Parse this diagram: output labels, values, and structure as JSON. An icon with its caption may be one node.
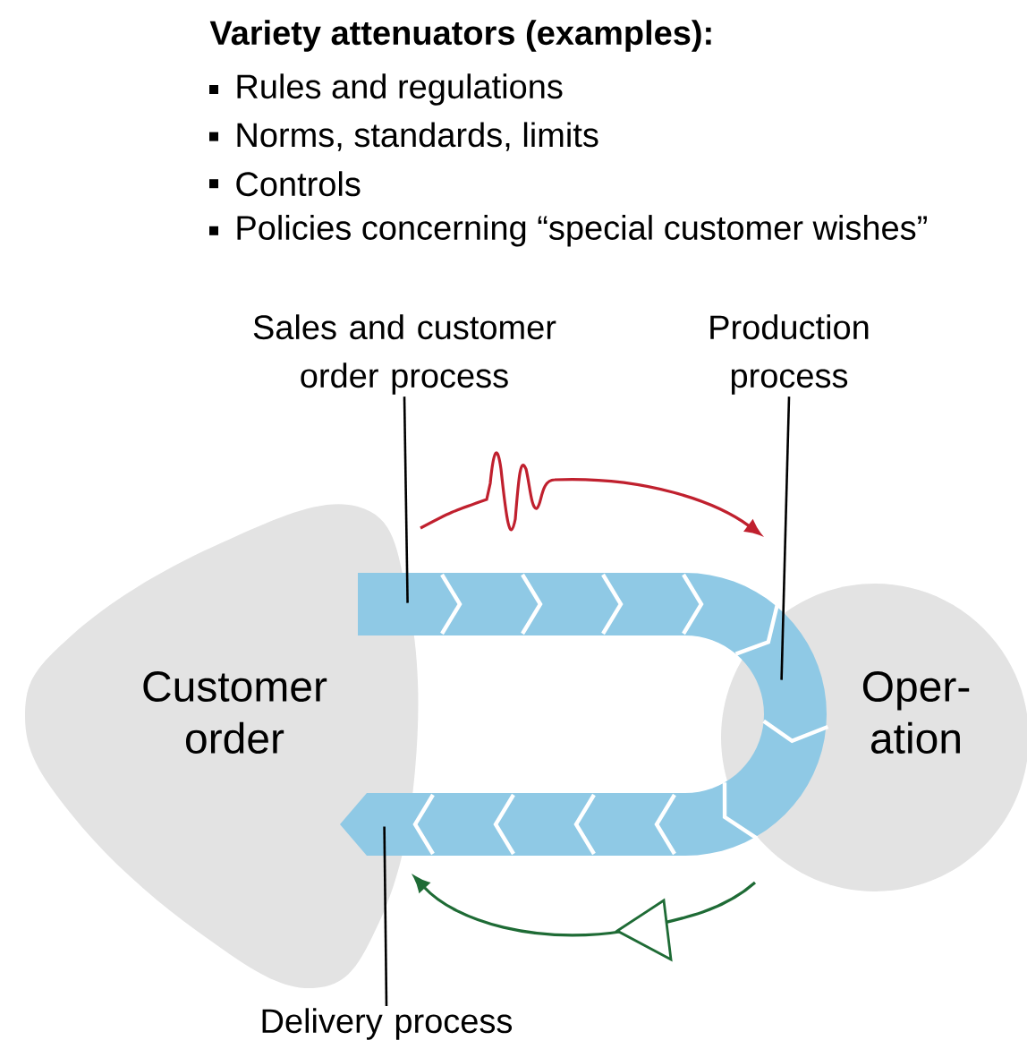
{
  "diagram": {
    "title": "Variety attenuators (examples):",
    "nodes": [
      {
        "text": [
          "Customer order"
        ]
      },
      {
        "text": [
          "Oper- ation"
        ]
      },
      {
        "text": [
          "Sales and customer order process"
        ]
      },
      {
        "text": [
          "Production process"
        ]
      },
      {
        "text": [
          "Delivery process"
        ]
      },
      {
        "text": [],
        "shape": "band"
      }
    ],
    "edges": [
      {
        "from": 2,
        "to": 5,
        "arrow": "none"
      },
      {
        "from": 3,
        "to": 5,
        "arrow": "none"
      },
      {
        "from": 4,
        "to": 5,
        "arrow": "none"
      }
    ],
    "labels": [
      "Rules and regulations",
      "Norms, standards, limits",
      "Controls",
      "Policies concerning “special customer wishes”"
    ]
  }
}
